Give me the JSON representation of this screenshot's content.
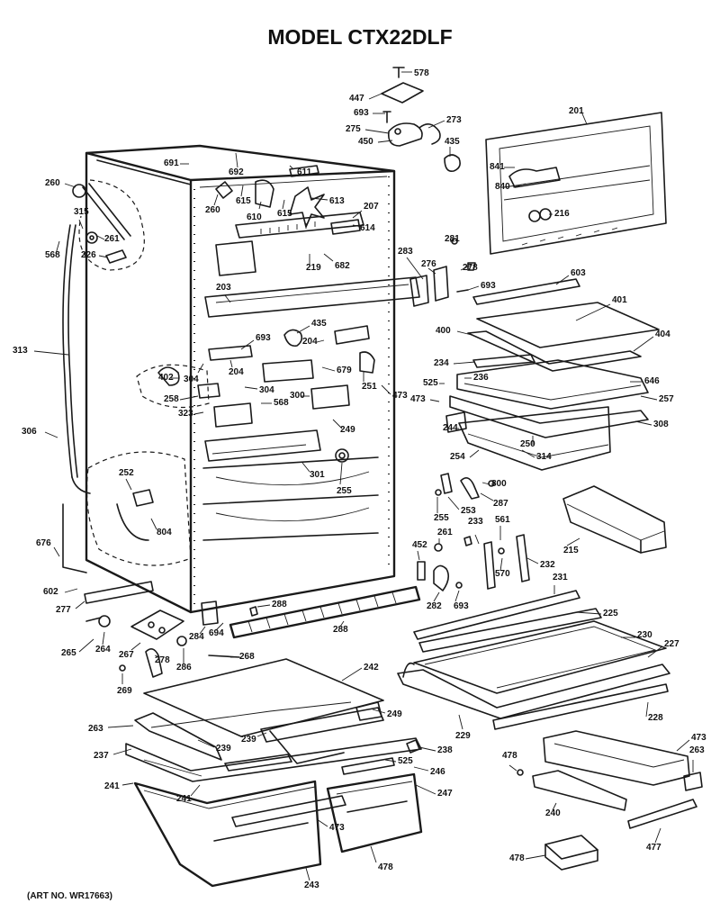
{
  "title": "MODEL CTX22DLF",
  "art_number": "(ART NO. WR17663)",
  "callouts": [
    "578",
    "447",
    "693",
    "273",
    "275",
    "450",
    "201",
    "435",
    "841",
    "840",
    "216",
    "691",
    "692",
    "611",
    "260",
    "615",
    "610",
    "615",
    "613",
    "207",
    "614",
    "260",
    "315",
    "261",
    "568",
    "226",
    "281",
    "219",
    "682",
    "283",
    "276",
    "278",
    "603",
    "693",
    "401",
    "203",
    "400",
    "404",
    "313",
    "435",
    "204",
    "693",
    "234",
    "304",
    "204",
    "679",
    "236",
    "402",
    "646",
    "258",
    "304",
    "568",
    "473",
    "525",
    "473",
    "257",
    "323",
    "300",
    "251",
    "244",
    "308",
    "249",
    "250",
    "254",
    "314",
    "306",
    "301",
    "255",
    "800",
    "252",
    "253",
    "287",
    "804",
    "561",
    "233",
    "255",
    "261",
    "215",
    "676",
    "452",
    "570",
    "232",
    "602",
    "231",
    "282",
    "693",
    "277",
    "288",
    "225",
    "284",
    "694",
    "268",
    "288",
    "265",
    "264",
    "267",
    "286",
    "230",
    "227",
    "242",
    "269",
    "278",
    "228",
    "263",
    "239",
    "229",
    "237",
    "239",
    "249",
    "238",
    "525",
    "478",
    "473",
    "263",
    "241",
    "241",
    "246",
    "247",
    "473",
    "240",
    "243",
    "478",
    "477",
    "478"
  ]
}
